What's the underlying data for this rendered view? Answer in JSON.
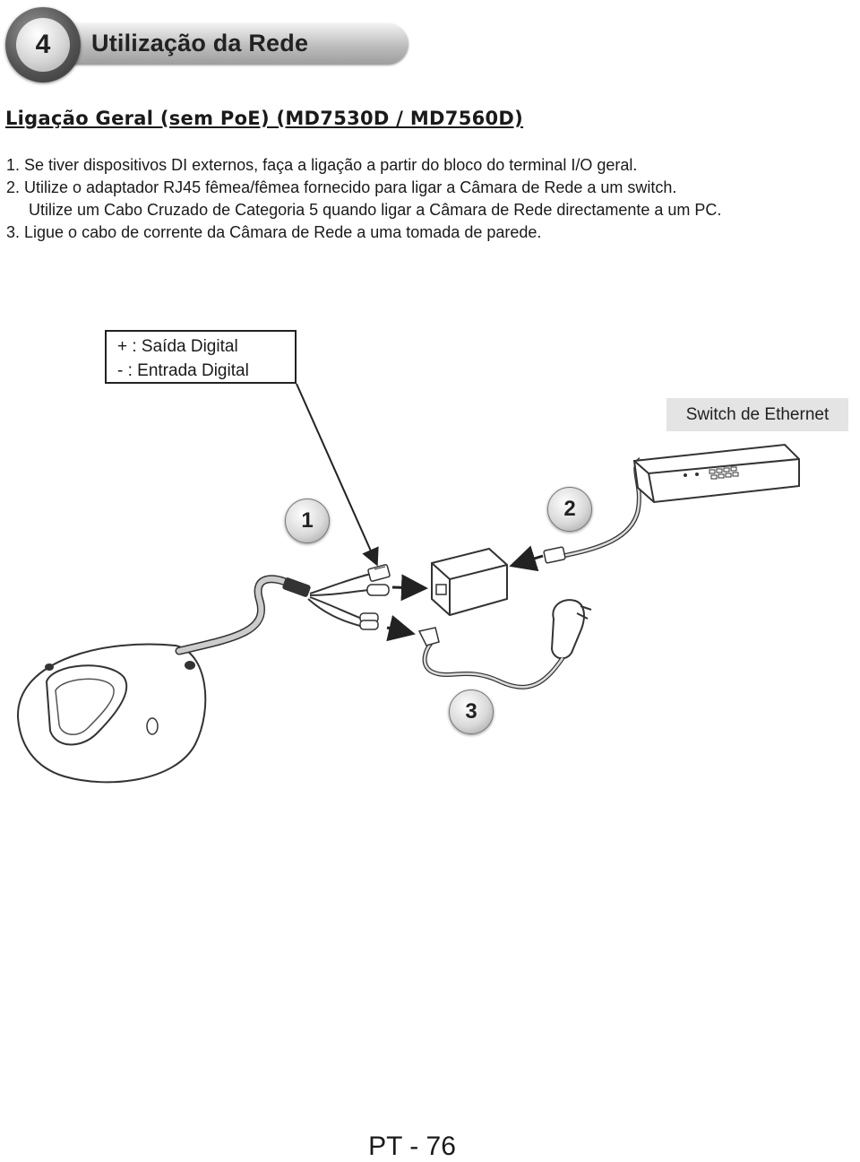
{
  "header": {
    "section_number": "4",
    "title": "Utilização da Rede"
  },
  "subtitle": "Ligação Geral (sem PoE) (MD7530D / MD7560D)",
  "steps": [
    "1. Se tiver dispositivos DI externos, faça a ligação a partir do bloco do terminal I/O geral.",
    "2. Utilize o adaptador RJ45 fêmea/fêmea fornecido para ligar a Câmara de Rede a um switch.",
    "Utilize um Cabo Cruzado de Categoria 5 quando ligar a Câmara de Rede directamente a um PC.",
    "3. Ligue o cabo de corrente da Câmara de Rede a uma tomada de parede."
  ],
  "diagram": {
    "legend": {
      "plus": "+ : Saída Digital",
      "minus": "-  : Entrada Digital"
    },
    "switch_label": "Switch de Ethernet",
    "callouts": [
      "1",
      "2",
      "3"
    ]
  },
  "page_number": "PT - 76"
}
